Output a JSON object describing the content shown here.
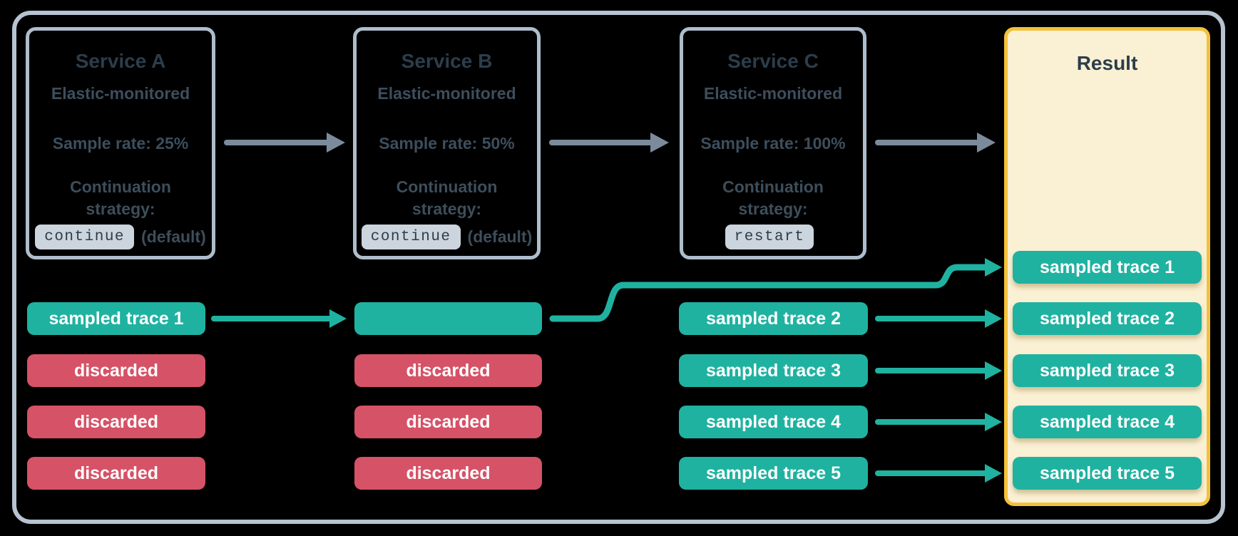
{
  "services": [
    {
      "title": "Service A",
      "monitored": "Elastic-monitored",
      "sample_rate": "Sample rate: 25%",
      "strategy_label": "Continuation strategy:",
      "strategy_code": "continue",
      "strategy_note": "(default)"
    },
    {
      "title": "Service B",
      "monitored": "Elastic-monitored",
      "sample_rate": "Sample rate: 50%",
      "strategy_label": "Continuation strategy:",
      "strategy_code": "continue",
      "strategy_note": "(default)"
    },
    {
      "title": "Service C",
      "monitored": "Elastic-monitored",
      "sample_rate": "Sample rate: 100%",
      "strategy_label": "Continuation strategy:",
      "strategy_code": "restart",
      "strategy_note": ""
    }
  ],
  "result": {
    "title": "Result",
    "chips": [
      "sampled trace 1",
      "sampled trace 2",
      "sampled trace 3",
      "sampled trace 4",
      "sampled trace 5"
    ]
  },
  "traces": {
    "service_a": [
      {
        "label": "sampled trace 1",
        "status": "sampled"
      },
      {
        "label": "discarded",
        "status": "discarded"
      },
      {
        "label": "discarded",
        "status": "discarded"
      },
      {
        "label": "discarded",
        "status": "discarded"
      }
    ],
    "service_b": [
      {
        "label": "",
        "status": "sampled"
      },
      {
        "label": "discarded",
        "status": "discarded"
      },
      {
        "label": "discarded",
        "status": "discarded"
      },
      {
        "label": "discarded",
        "status": "discarded"
      }
    ],
    "service_c": [
      {
        "label": "sampled trace 2",
        "status": "sampled"
      },
      {
        "label": "sampled trace 3",
        "status": "sampled"
      },
      {
        "label": "sampled trace 4",
        "status": "sampled"
      },
      {
        "label": "sampled trace 5",
        "status": "sampled"
      }
    ]
  },
  "colors": {
    "sampled_teal": "#1fb2a1",
    "discarded_red": "#d65267",
    "title_slate": "#2c3d4b",
    "body_slate": "#3d4e5c",
    "arrow_gray": "#7b8b9c",
    "result_bg": "#faf0d3",
    "result_border": "#f3c13a",
    "frame_border": "#b6c3d0",
    "service_border": "#aebdcb",
    "code_chip_bg": "#ccd5de"
  }
}
